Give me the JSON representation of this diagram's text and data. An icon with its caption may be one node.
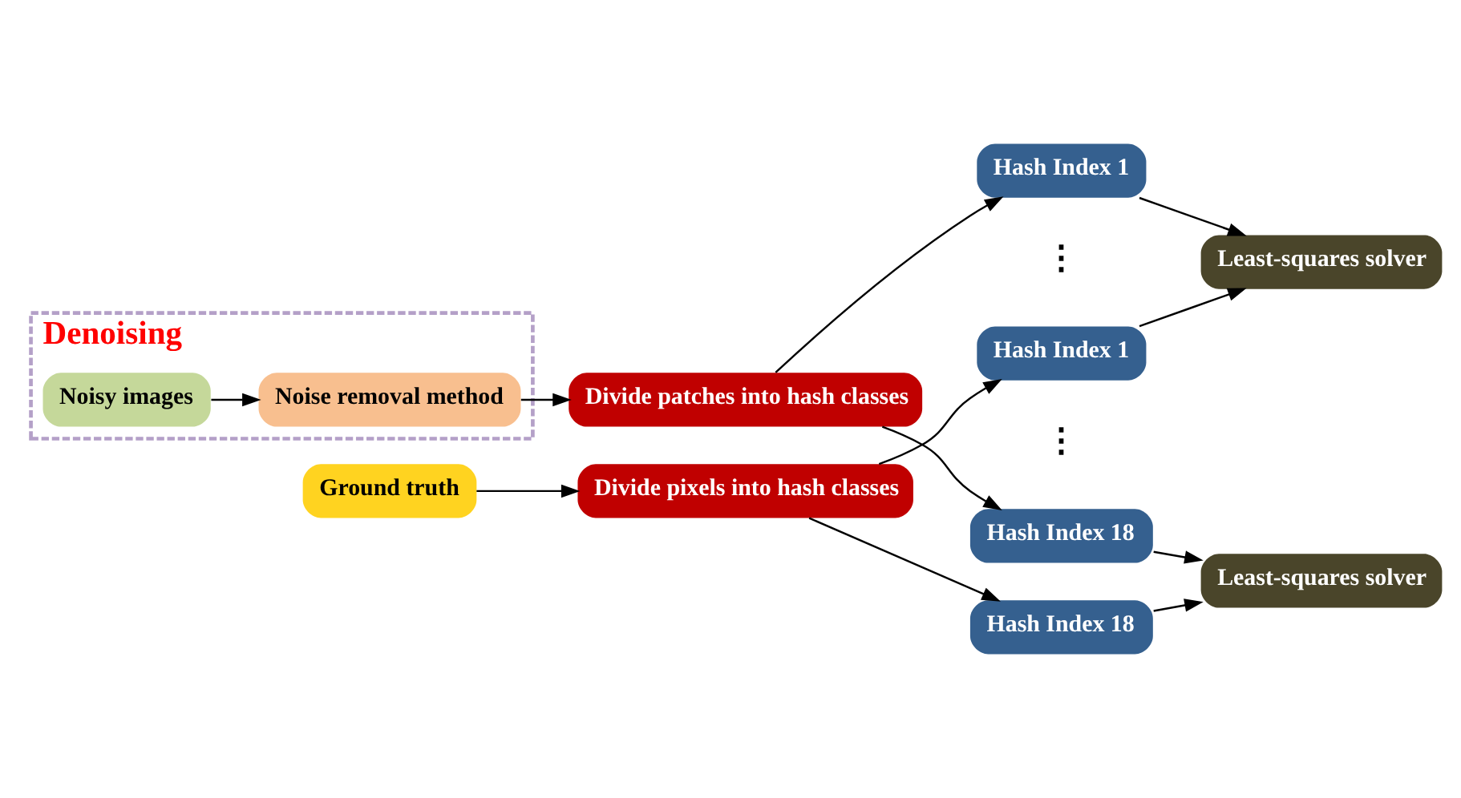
{
  "diagram": {
    "nodes": [
      {
        "text": [
          "Denoising"
        ]
      },
      {
        "text": [
          "Noisy images"
        ],
        "in": 0
      },
      {
        "text": [
          "Noise removal method"
        ],
        "in": 0
      },
      {
        "text": [
          "Divide patches into hash classes"
        ]
      },
      {
        "text": [
          "Hash Index 1"
        ]
      },
      {
        "text": [
          "Hash Index 18"
        ]
      },
      {
        "text": [
          "Least-squares solver"
        ]
      },
      {
        "text": [
          "Least-squares solver"
        ]
      },
      {
        "text": [
          "Hash Index 1"
        ]
      },
      {
        "text": [
          "Hash Index 18"
        ]
      },
      {
        "text": [
          "Ground truth"
        ]
      },
      {
        "text": [
          "Divide pixels into hash classes"
        ]
      }
    ],
    "edges": [
      {
        "from": 1,
        "to": 2,
        "arrow": "to"
      },
      {
        "from": 2,
        "to": 3,
        "arrow": "to"
      },
      {
        "from": 3,
        "to": 4,
        "arrow": "to"
      },
      {
        "from": 3,
        "to": 5,
        "arrow": "to"
      },
      {
        "from": 4,
        "to": 6,
        "arrow": "to"
      },
      {
        "from": 5,
        "to": 7,
        "arrow": "to"
      },
      {
        "from": 8,
        "to": 6,
        "arrow": "to"
      },
      {
        "from": 9,
        "to": 7,
        "arrow": "to"
      },
      {
        "from": 10,
        "to": 11,
        "arrow": "to"
      },
      {
        "from": 11,
        "to": 8,
        "arrow": "to"
      },
      {
        "from": 11,
        "to": 9,
        "arrow": "to"
      }
    ],
    "labels": [
      "⋮",
      "⋮"
    ]
  }
}
